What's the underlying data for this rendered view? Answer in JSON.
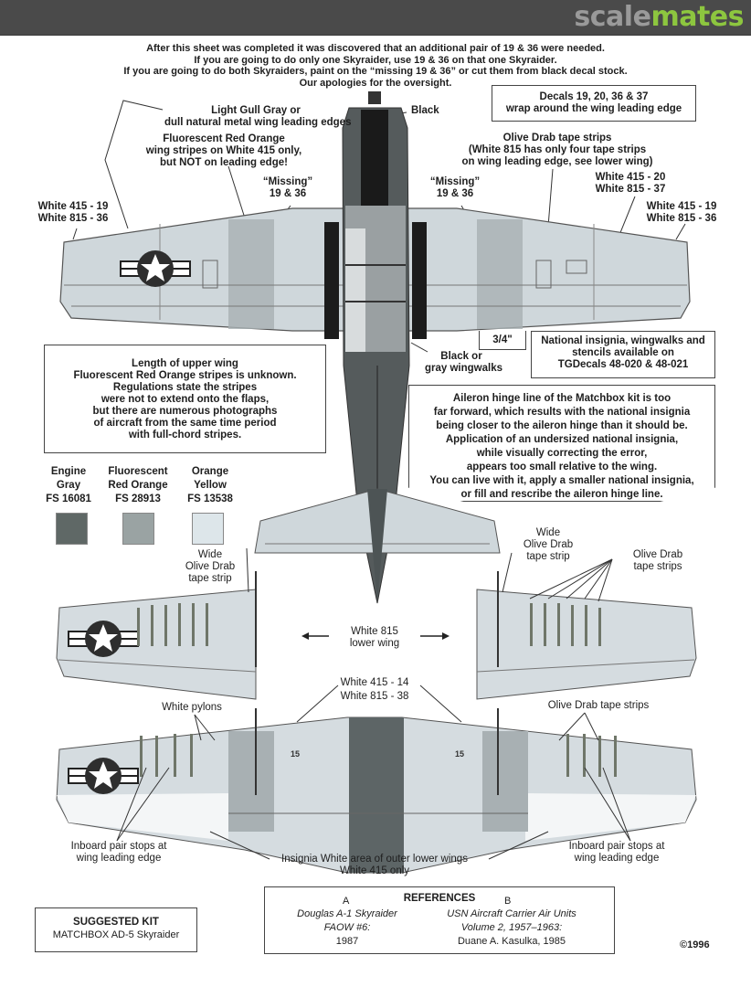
{
  "site": {
    "logo_part1": "scale",
    "logo_part2": "mates",
    "brand_color": "#8dc63f"
  },
  "notice": [
    "After this sheet was completed it was discovered that an additional pair of 19 & 36 were needed.",
    "If you are going to do only one Skyraider, use 19 & 36 on that one Skyraider.",
    "If you are going to do both Skyraiders, paint on the “missing 19 & 36” or cut them from black decal stock.",
    "Our apologies for the oversight."
  ],
  "callouts": {
    "leading_edge": [
      "Light Gull Gray or",
      "dull natural metal wing leading edges"
    ],
    "fluor_stripes": [
      "Fluorescent Red Orange",
      "wing stripes on White 415 only,",
      "but NOT on leading edge!"
    ],
    "black": "Black",
    "decals_wrap": [
      "Decals 19, 20, 36 & 37",
      "wrap around the wing leading edge"
    ],
    "olive_tape_upper": [
      "Olive Drab tape strips",
      "(White 815 has only four tape strips",
      "on wing leading edge, see lower wing)"
    ],
    "missing_left": [
      "“Missing”",
      "19 & 36"
    ],
    "missing_right": [
      "“Missing”",
      "19 & 36"
    ],
    "white_left": [
      "White 415 - 19",
      "White 815 - 36"
    ],
    "white_right_20": [
      "White 415 - 20",
      "White 815 - 37"
    ],
    "white_right_19": [
      "White 415 - 19",
      "White 815 - 36"
    ],
    "wingwalks": [
      "Black or",
      "gray wingwalks"
    ],
    "three_quarter": "3/4\"",
    "tgdecals": [
      "National insignia, wingwalks and",
      "stencils available on",
      "TGDecals 48-020 & 48-021"
    ],
    "stripe_length": [
      "Length of upper wing",
      "Fluorescent Red Orange stripes is unknown.",
      "Regulations state the stripes",
      "were not to extend onto the flaps,",
      "but there are numerous photographs",
      "of aircraft from the same time period",
      "with full-chord stripes."
    ],
    "aileron": [
      "Aileron hinge line of the Matchbox kit is too",
      "far forward, which results with the national insignia",
      "being closer to the aileron hinge than it should be.",
      "Application of an undersized national insignia,",
      "while visually correcting the error,",
      "appears too small relative to the wing.",
      "You can live with it, apply a smaller national insignia,",
      "or fill and rescribe the aileron hinge line."
    ],
    "wide_tape_left": [
      "Wide",
      "Olive Drab",
      "tape strip"
    ],
    "wide_tape_right": [
      "Wide",
      "Olive Drab",
      "tape strip"
    ],
    "olive_tape_lower_right": [
      "Olive Drab",
      "tape strips"
    ],
    "lower_wing_815": [
      "White 815",
      "lower wing"
    ],
    "white_415_14": [
      "White 415 - 14",
      "White 815 - 38"
    ],
    "white_pylons": "White pylons",
    "olive_tape_bottom": "Olive Drab tape strips",
    "inboard_left": [
      "Inboard pair stops at",
      "wing leading edge"
    ],
    "inboard_right": [
      "Inboard pair stops at",
      "wing leading edge"
    ],
    "insignia_white": [
      "Insignia White area of outer lower wings",
      "White 415 only"
    ],
    "stencil_15": "15"
  },
  "colors": [
    {
      "name": [
        "Engine",
        "Gray",
        "FS 16081"
      ],
      "hex": "#5f6866"
    },
    {
      "name": [
        "Fluorescent",
        "Red Orange",
        "FS 28913"
      ],
      "hex": "#9aa3a3"
    },
    {
      "name": [
        "Orange",
        "Yellow",
        "FS 13538"
      ],
      "hex": "#dde6ea"
    }
  ],
  "suggested_kit": {
    "title": "SUGGESTED KIT",
    "kit": "MATCHBOX AD-5 Skyraider"
  },
  "references": {
    "title": "REFERENCES",
    "a": {
      "label": "A",
      "lines": [
        "Douglas A-1 Skyraider",
        "FAOW #6:",
        "1987"
      ]
    },
    "b": {
      "label": "B",
      "lines": [
        "USN Aircraft Carrier Air Units",
        "Volume 2, 1957–1963:",
        "Duane A. Kasulka, 1985"
      ]
    }
  },
  "copyright": "©1996"
}
